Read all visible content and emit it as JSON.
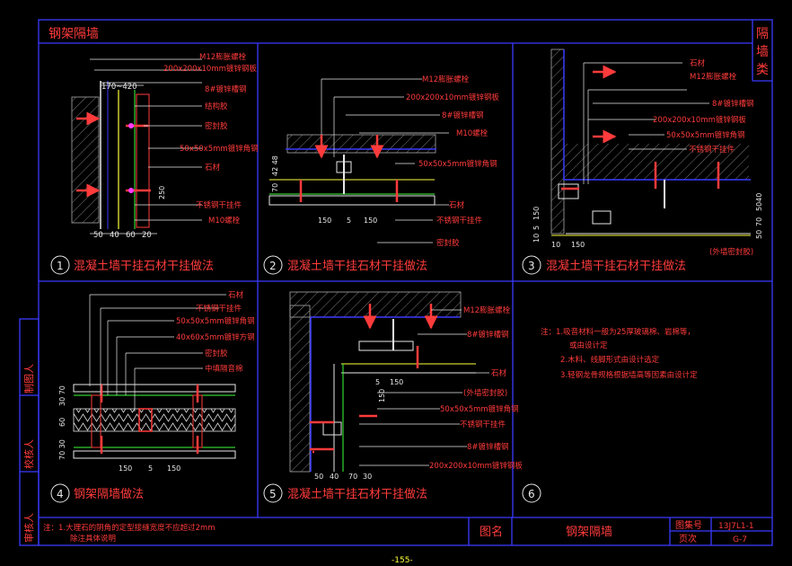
{
  "sheet": {
    "title": "钢架隔墙",
    "side_label_chars": [
      "隔",
      "墙",
      "类"
    ],
    "page_number": "-155-",
    "left_strip_labels": [
      "制图人",
      "校核人",
      "审核人"
    ]
  },
  "panels": {
    "p1": {
      "number": "1",
      "caption": "混凝土墙干挂石材干挂做法",
      "labels": [
        "M12膨胀螺栓",
        "200x200x10mm镀锌钢板",
        "8#镀锌槽钢",
        "结构胶",
        "密封胶",
        "50x50x5mm镀锌角钢",
        "石材",
        "不锈钢干挂件",
        "M10螺栓"
      ],
      "dims_top": "170~420",
      "dims_bottom": [
        "50",
        "40",
        "60",
        "20"
      ],
      "dim_side": "250"
    },
    "p2": {
      "number": "2",
      "caption": "混凝土墙干挂石材干挂做法",
      "labels": [
        "M12膨胀螺栓",
        "200x200x10mm镀锌钢板",
        "8#镀锌槽钢",
        "M10螺栓",
        "50x50x5mm镀锌角钢",
        "石材",
        "不锈钢干挂件",
        "密封胶"
      ],
      "dims_left": [
        "42 48",
        "70"
      ],
      "dims_bottom": [
        "150",
        "5",
        "150"
      ]
    },
    "p3": {
      "number": "3",
      "caption": "混凝土墙干挂石材干挂做法",
      "labels": [
        "石材",
        "M12膨胀螺栓",
        "8#镀锌槽钢",
        "200x200x10mm镀锌钢板",
        "50x50x5mm镀锌角钢",
        "不锈钢干挂件",
        "(外墙密封胶)"
      ],
      "dims_left": [
        "150",
        "5",
        "10"
      ],
      "dims_bottom": [
        "10",
        "150"
      ],
      "dims_right": [
        "5040",
        "70",
        "50"
      ]
    },
    "p4": {
      "number": "4",
      "caption": "钢架隔墙做法",
      "labels": [
        "石材",
        "不锈钢干挂件",
        "50x50x5mm镀锌角钢",
        "40x60x5mm镀锌方钢",
        "密封胶",
        "中填隔音棉"
      ],
      "dims_left": [
        "30 70",
        "60",
        "70 30"
      ],
      "dims_bottom": [
        "150",
        "5",
        "150"
      ]
    },
    "p5": {
      "number": "5",
      "caption": "混凝土墙干挂石材干挂做法",
      "labels": [
        "M12膨胀螺栓",
        "8#镀锌槽钢",
        "石材",
        "(外墙密封胶)",
        "50x50x5mm镀锌角钢",
        "不锈钢干挂件",
        "8#镀锌槽钢",
        "200x200x10mm镀锌钢板"
      ],
      "dims": [
        "150",
        "150",
        "5"
      ],
      "dims_bottom": [
        "50",
        "40",
        "70",
        "30"
      ]
    },
    "p6": {
      "number": "6",
      "notes": [
        "注：1.吸音材料一般为25厚玻璃棉、岩棉等，",
        "或由设计定",
        "2.木料、线脚形式由设计选定",
        "3.轻钢龙骨规格根据墙高等因素由设计定"
      ]
    }
  },
  "title_block": {
    "note_line1": "注：1.大理石的阴角的定型接缝宽度不应超过2mm",
    "note_line2": "除注具体说明",
    "drawing_name_label": "图名",
    "drawing_name": "钢架隔墙",
    "atlas_label": "图集号",
    "atlas_value": "13J7L1-1",
    "page_label": "页次",
    "page_value": "G-7"
  },
  "colors": {
    "frame": "#3a3aff",
    "red_text": "#ff3b3b",
    "magenta": "#ff3bff",
    "white": "#e8e8e8",
    "yellow": "#ffff3b",
    "cyan": "#3bffff",
    "green": "#3bff3b"
  }
}
